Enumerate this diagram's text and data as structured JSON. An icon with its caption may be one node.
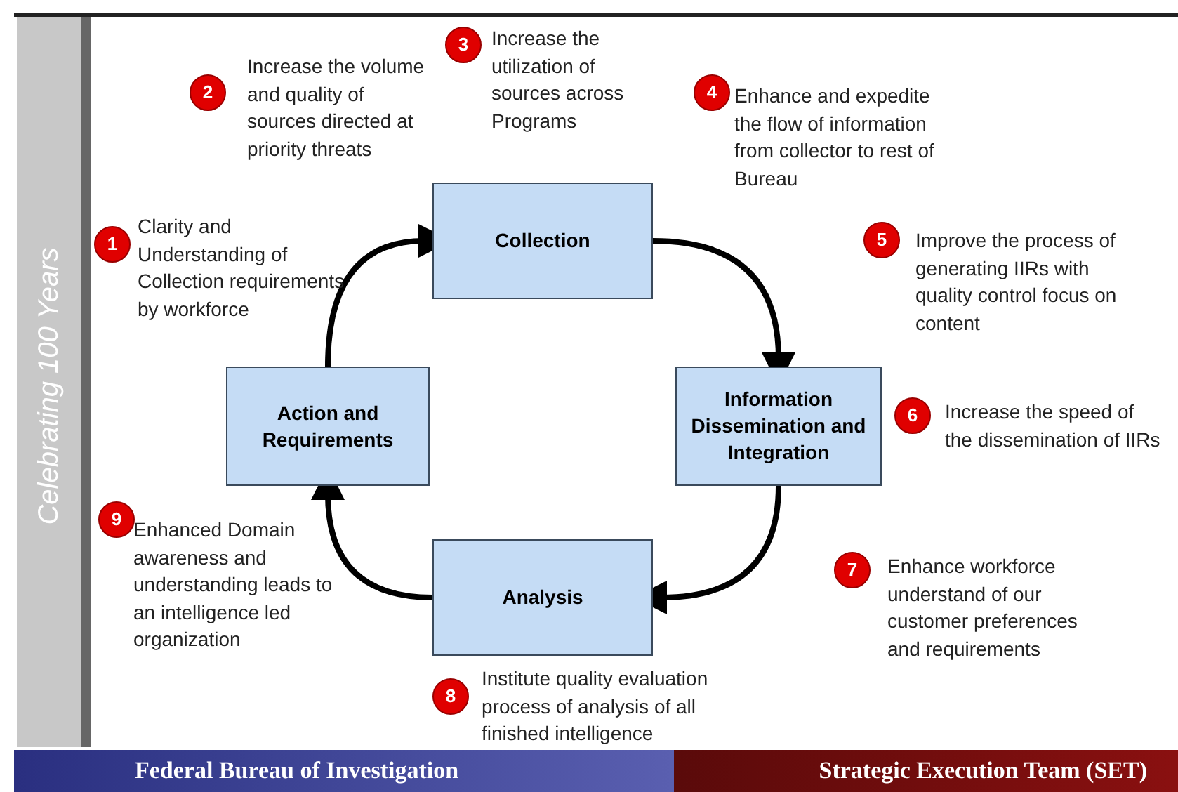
{
  "diagram": {
    "nodes": [
      {
        "text": [
          "Collection"
        ]
      },
      {
        "text": [
          "Action and Requirements"
        ]
      },
      {
        "text": [
          "Information Dissemination and Integration"
        ]
      },
      {
        "text": [
          "Analysis"
        ]
      },
      {
        "text": [
          "1"
        ],
        "beside": [
          "Clarity and Understanding of Collection requirements by workforce"
        ]
      },
      {
        "text": [
          "2"
        ],
        "beside": [
          "Increase the volume and quality of sources directed at priority threats"
        ]
      },
      {
        "text": [
          "3"
        ],
        "beside": [
          "Increase the utilization of sources across Programs"
        ]
      },
      {
        "text": [
          "4"
        ],
        "beside": [
          "Enhance and expedite the flow of information from collector to rest of Bureau"
        ]
      },
      {
        "text": [
          "5"
        ],
        "beside": [
          "Improve the process of generating IIRs with quality control focus on content"
        ]
      },
      {
        "text": [
          "6"
        ],
        "beside": [
          "Increase the speed of the dissemination of IIRs"
        ]
      },
      {
        "text": [
          "7"
        ],
        "beside": [
          "Enhance workforce understand of our customer preferences and requirements"
        ]
      },
      {
        "text": [
          "8"
        ],
        "beside": [
          "Institute quality evaluation process of analysis of all finished intelligence"
        ]
      },
      {
        "text": [
          "9"
        ],
        "beside": [
          "Enhanced Domain awareness and understanding leads to an intelligence led organization"
        ]
      }
    ],
    "edges": [
      {
        "from": 1,
        "to": 0,
        "arrow": "to"
      },
      {
        "from": 0,
        "to": 2,
        "arrow": "to"
      },
      {
        "from": 2,
        "to": 3,
        "arrow": "to"
      },
      {
        "from": 3,
        "to": 1,
        "arrow": "to"
      }
    ],
    "labels": [
      "Celebrating 100 Years",
      "Federal Bureau of Investigation",
      "Strategic Execution Team (SET)"
    ]
  }
}
